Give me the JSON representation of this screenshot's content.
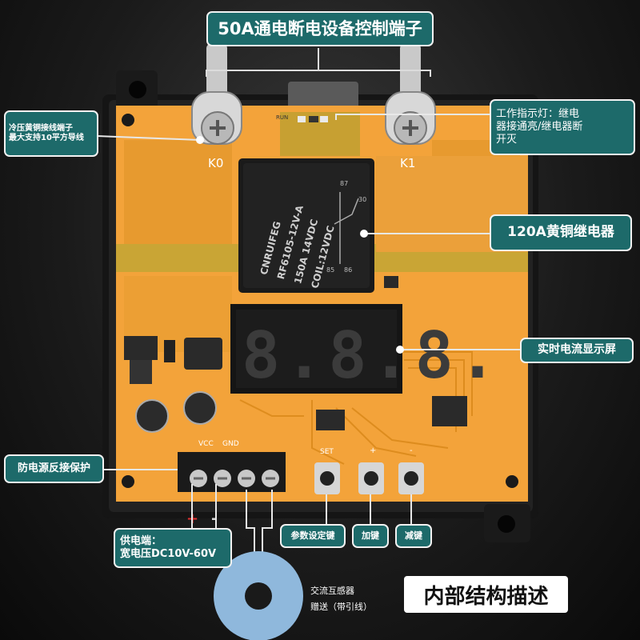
{
  "callouts": {
    "control_terminal": "50A通电断电设备控制端子",
    "crimp_terminal_line1": "冷压黄铜接线端子",
    "crimp_terminal_line2": "最大支持10平方导线",
    "indicator_line1": "工作指示灯：继电",
    "indicator_line2": "器接通亮/继电器断",
    "indicator_line3": "开灭",
    "relay": "120A黄铜继电器",
    "display": "实时电流显示屏",
    "reverse_protect": "防电源反接保护",
    "power_line1": "供电端：",
    "power_line2": "宽电压DC10V-60V",
    "set_key": "参数设定键",
    "plus_key": "加键",
    "minus_key": "减键"
  },
  "transformer_caption": {
    "line1": "交流互感器",
    "line2": "赠送（带引线）"
  },
  "footer_title": "内部结构描述",
  "board": {
    "terminal_k0": "K0",
    "terminal_k1": "K1",
    "run_label": "RUN",
    "vcc_label": "VCC",
    "gnd_label": "GND",
    "set_label": "SET",
    "plus_label": "+",
    "minus_label": "-",
    "polarity_plus": "+",
    "polarity_minus": "-",
    "display_digits": "8.8.8.",
    "relay_brand": "CNRUIFEG",
    "relay_model": "RF6105-12V-A",
    "relay_rating": "150A  14VDC",
    "relay_coil": "COIL:12VDC",
    "relay_pin87": "87",
    "relay_pin30": "30",
    "relay_pin85": "85",
    "relay_pin86": "86"
  },
  "colors": {
    "pcb": "#f3a33a",
    "pcb_trace": "#e08a20",
    "callout_bg": "#1d6a6a",
    "callout_border": "#f2f2f2",
    "relay_body": "#1a1a1a",
    "display_segment": "#3b3b3b",
    "transformer": "#8fb8dc"
  }
}
